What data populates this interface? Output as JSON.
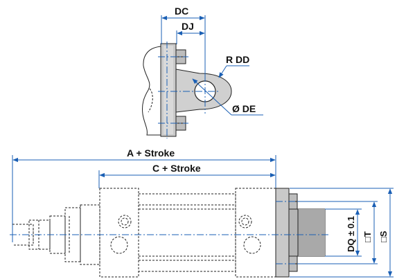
{
  "labels": {
    "dc": "DC",
    "dj": "DJ",
    "rdd": "R DD",
    "de": "Ø DE",
    "a_stroke": "A + Stroke",
    "c_stroke": "C + Stroke",
    "dq": "DQ ± 0.1",
    "t": "□T",
    "s": "□S"
  },
  "colors": {
    "dimension": "#1a5fb4",
    "part_fill": "#d6d6d6",
    "part_dark": "#9a9a9a",
    "outline": "#222222",
    "background": "#ffffff"
  }
}
